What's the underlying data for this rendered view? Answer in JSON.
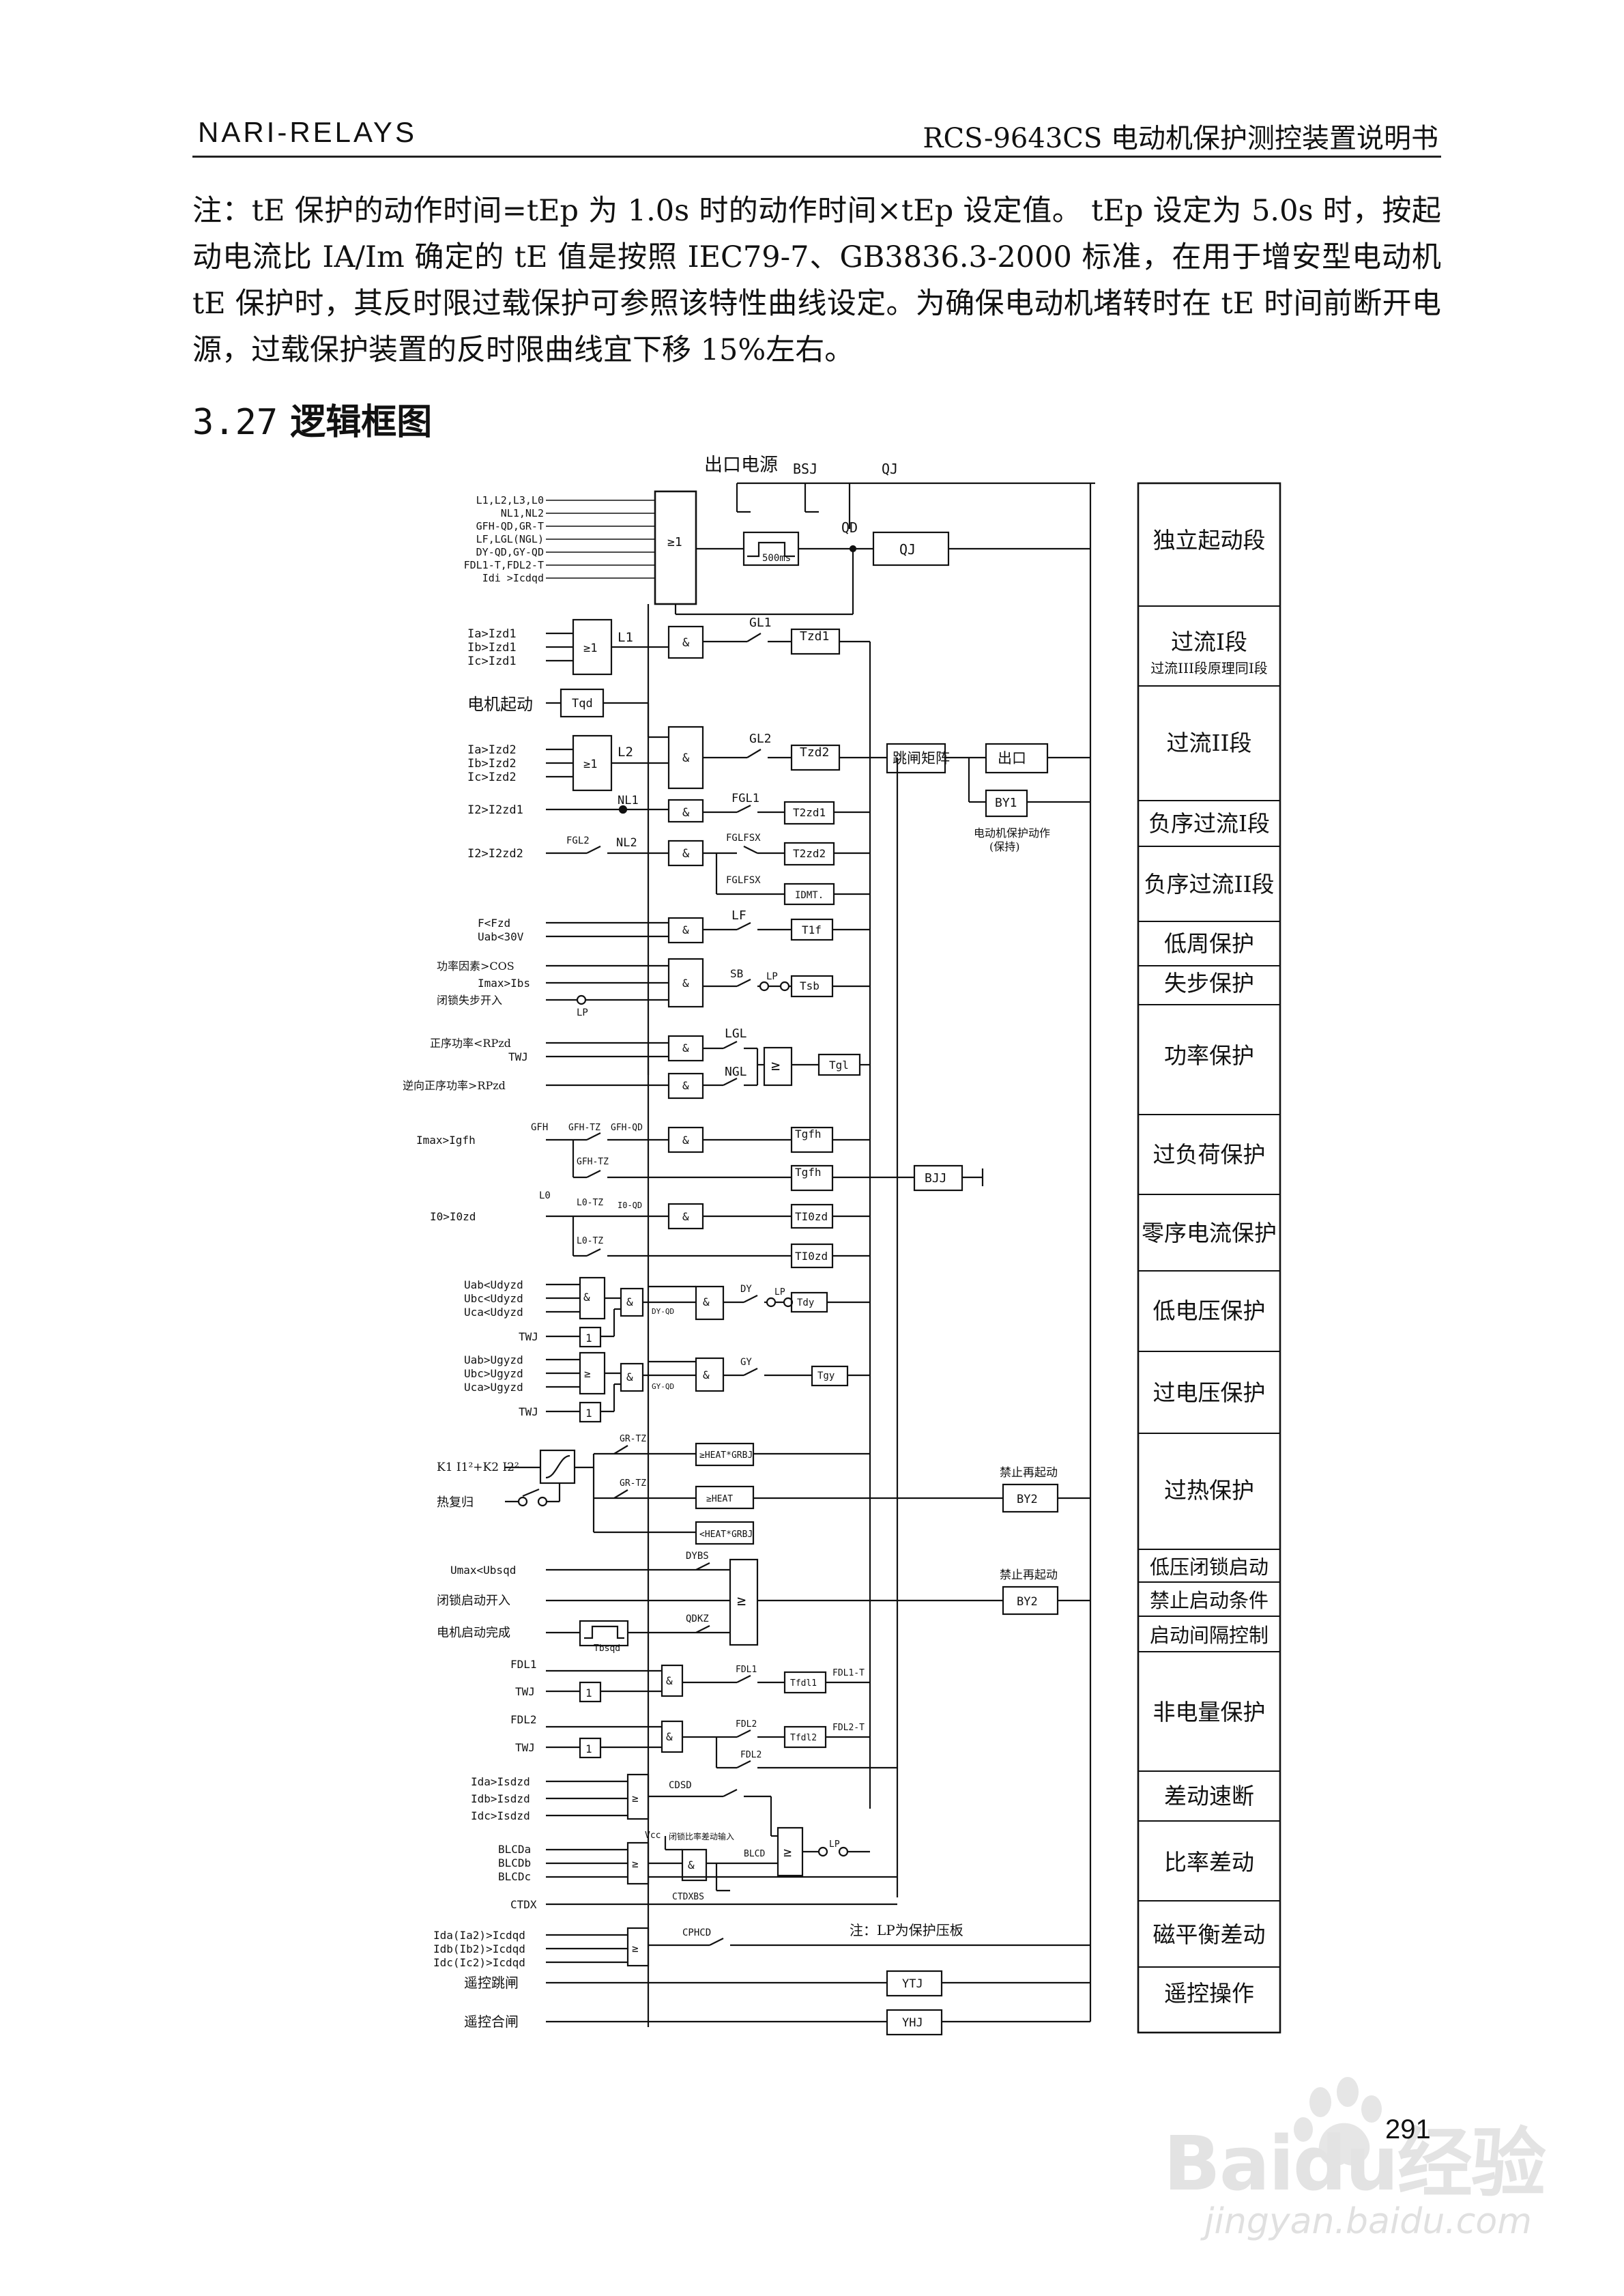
{
  "header": {
    "left": "NARI-RELAYS",
    "right": "RCS-9643CS 电动机保护测控装置说明书"
  },
  "note_paragraph": "注：tE 保护的动作时间=tEp 为 1.0s 时的动作时间×tEp 设定值。 tEp 设定为 5.0s 时，按起动电流比 IA/Im 确定的 tE 值是按照 IEC79-7、GB3836.3-2000 标准，在用于增安型电动机 tE 保护时，其反时限过载保护可参照该特性曲线设定。为确保电动机堵转时在 tE 时间前断开电源，过载保护装置的反时限曲线宜下移 15%左右。",
  "section": {
    "number": "3.27",
    "title": "逻辑框图"
  },
  "diagram": {
    "top": {
      "out_power": "出口电源",
      "bsj": "BSJ",
      "qj_top": "QJ",
      "qd": "QD",
      "qj_box": "QJ",
      "t500": "500ms",
      "or1": "≥1",
      "inputs": [
        "L1,L2,L3,L0",
        "NL1,NL2",
        "GFH-QD,GR-T",
        "LF,LGL(NGL)",
        "DY-QD,GY-QD",
        "FDL1-T,FDL2-T",
        "Idi >Icdqd"
      ]
    },
    "oc1": {
      "inputs": [
        "Ia>Izd1",
        "Ib>Izd1",
        "Ic>Izd1"
      ],
      "l1": "L1",
      "gl1": "GL1",
      "tzd1": "Tzd1"
    },
    "motor_start": {
      "label": "电机起动",
      "tqd": "Tqd"
    },
    "oc2": {
      "inputs": [
        "Ia>Izd2",
        "Ib>Izd2",
        "Ic>Izd2"
      ],
      "l2": "L2",
      "gl2": "GL2",
      "tzd2": "Tzd2"
    },
    "trip_matrix": "跳闸矩阵",
    "exit": "出口",
    "by1": "BY1",
    "motor_prot": [
      "电动机保护动作",
      "(保持)"
    ],
    "neg1": {
      "input": "I2>I2zd1",
      "nl1": "NL1",
      "fgl1": "FGL1",
      "t": "T2zd1"
    },
    "neg2": {
      "input": "I2>I2zd2",
      "fgl2": "FGL2",
      "nl2": "NL2",
      "fglfsx": "FGLFSX",
      "t": "T2zd2",
      "fglfsx2": "FGLFSX",
      "idmt": "IDMT."
    },
    "lowf": {
      "inputs": [
        "F<Fzd",
        "Uab<30V"
      ],
      "lf": "LF",
      "t": "T1f"
    },
    "step": {
      "inputs": [
        "功率因素>COS",
        "Imax>Ibs",
        "闭锁失步开入"
      ],
      "lp": "LP",
      "sb": "SB",
      "lp2": "LP",
      "t": "Tsb"
    },
    "power": {
      "inputs": [
        "正序功率<RPzd",
        "TWJ",
        "逆向正序功率>RPzd"
      ],
      "lgl": "LGL",
      "ngl": "NGL",
      "ge": "≥",
      "t": "Tgl"
    },
    "overload": {
      "input": "Imax>Igfh",
      "gfh": "GFH",
      "gfhtz": "GFH-TZ",
      "gfhqd": "GFH-QD",
      "gfhtz2": "GFH-TZ",
      "t1": "Tgfh",
      "t2": "Tgfh",
      "bjj": "BJJ"
    },
    "zero": {
      "input": "I0>I0zd",
      "l0": "L0",
      "l0tz": "L0-TZ",
      "i0qd": "I0-QD",
      "l0tz2": "L0-TZ",
      "t1": "TI0zd",
      "t2": "TI0zd"
    },
    "uv": {
      "inputs": [
        "Uab<Udyzd",
        "Ubc<Udyzd",
        "Uca<Udyzd",
        "TWJ"
      ],
      "dyqd": "DY-QD",
      "dy": "DY",
      "lp": "LP",
      "t": "Tdy"
    },
    "ov": {
      "inputs": [
        "Uab>Ugyzd",
        "Ubc>Ugyzd",
        "Uca>Ugyzd",
        "TWJ"
      ],
      "gyqd": "GY-QD",
      "gy": "GY",
      "t": "Tgy"
    },
    "heat": {
      "formula": "K1 I1²+K2 I2²",
      "reset": "热复归",
      "grtz1": "GR-TZ",
      "grtz2": "GR-TZ",
      "b1": "≥HEAT*GRBJ",
      "b2": "≥HEAT",
      "b3": "<HEAT*GRBJ",
      "inhibit": "禁止再起动",
      "by2": "BY2"
    },
    "restart": {
      "inputs": [
        "Umax<Ubsqd",
        "闭锁启动开入",
        "电机启动完成"
      ],
      "dybs": "DYBS",
      "qdkz": "QDKZ",
      "tbsqd": "Tbsqd",
      "inhibit": "禁止再起动",
      "by2": "BY2"
    },
    "nonelec": {
      "in1": [
        "FDL1",
        "TWJ"
      ],
      "in2": [
        "FDL2",
        "TWJ"
      ],
      "fdl1": "FDL1",
      "t1": "Tfdl1",
      "o1": "FDL1-T",
      "fdl2": "FDL2",
      "t2": "Tfdl2",
      "o2": "FDL2-T",
      "fdl2b": "FDL2"
    },
    "diff": {
      "inputs1": [
        "Ida>Isdzd",
        "Idb>Isdzd",
        "Idc>Isdzd"
      ],
      "cdsd": "CDSD",
      "vcc": "Vcc",
      "inputs2": [
        "BLCDa",
        "BLCDb",
        "BLCDc"
      ],
      "lock_in": "闭锁比率差动输入",
      "blcd": "BLCD",
      "ctdxbs": "CTDXBS",
      "lp": "LP",
      "ctdx": "CTDX",
      "inputs3": [
        "Ida(Ia2)>Icdqd",
        "Idb(Ib2)>Icdqd",
        "Idc(Ic2)>Icdqd"
      ],
      "cphcd": "CPHCD",
      "note": "注：LP为保护压板"
    },
    "remote": {
      "trip": "遥控跳闸",
      "close": "遥控合闸",
      "ytj": "YTJ",
      "yhj": "YHJ"
    },
    "right_labels": [
      "独立起动段",
      "过流I段",
      "过流III段原理同I段",
      "过流II段",
      "负序过流I段",
      "负序过流II段",
      "低周保护",
      "失步保护",
      "功率保护",
      "过负荷保护",
      "零序电流保护",
      "低电压保护",
      "过电压保护",
      "过热保护",
      "低压闭锁启动",
      "禁止启动条件",
      "启动间隔控制",
      "非电量保护",
      "差动速断",
      "比率差动",
      "磁平衡差动",
      "遥控操作"
    ]
  },
  "page_number": "291",
  "watermark": {
    "brand": "Baidu经验",
    "url": "jingyan.baidu.com"
  }
}
